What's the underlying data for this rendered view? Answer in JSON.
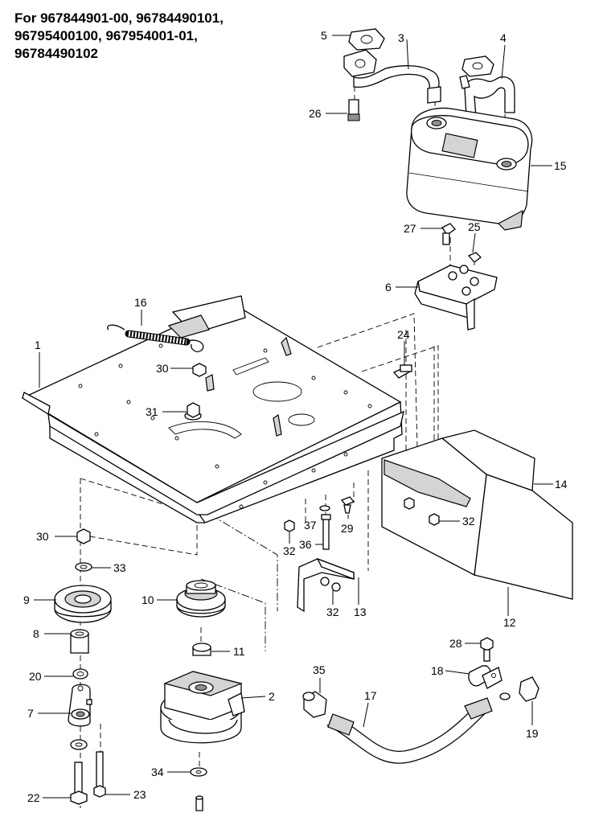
{
  "title_lines": [
    "For 967844901-00, 96784490101,",
    "96795400100, 967954001-01,",
    "96784490102"
  ],
  "callouts": {
    "c1": "1",
    "c2": "2",
    "c3": "3",
    "c4": "4",
    "c5": "5",
    "c6": "6",
    "c7": "7",
    "c8": "8",
    "c9": "9",
    "c10": "10",
    "c11": "11",
    "c12": "12",
    "c13": "13",
    "c14": "14",
    "c15": "15",
    "c16": "16",
    "c17": "17",
    "c18": "18",
    "c19": "19",
    "c20": "20",
    "c22": "22",
    "c23": "23",
    "c24": "24",
    "c25": "25",
    "c26": "26",
    "c27": "27",
    "c28": "28",
    "c29": "29",
    "c30a": "30",
    "c30b": "30",
    "c31": "31",
    "c32a": "32",
    "c32b": "32",
    "c32c": "32",
    "c33": "33",
    "c34": "34",
    "c35": "35",
    "c36": "36",
    "c37": "37"
  }
}
